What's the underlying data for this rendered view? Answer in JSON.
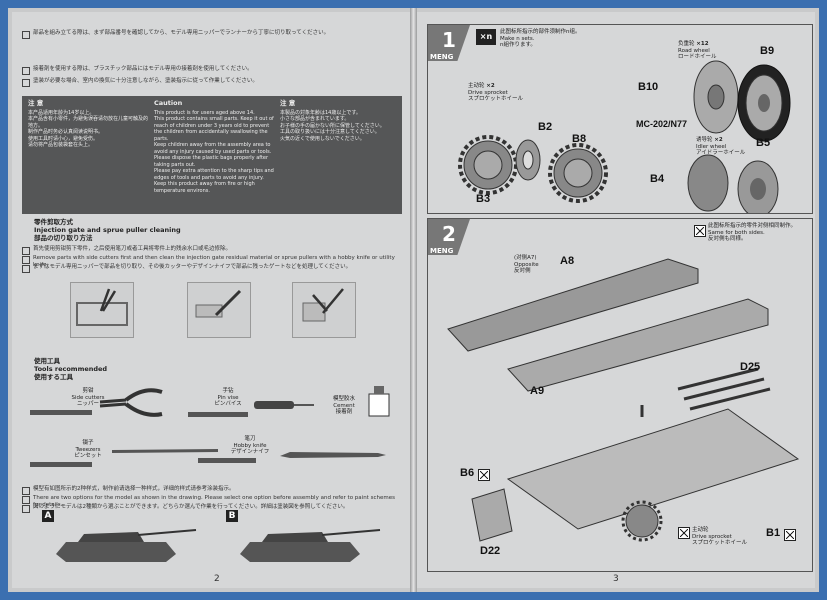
{
  "left_page": {
    "intro": [
      "部品を組み立てる際は、まず部品番号を確認してから、モデル専用ニッパーでランナーから丁寧に切り取ってください。",
      "接着剤を使用する際は、プラスチック部品にはモデル専用の接着剤を使用してください。",
      "塗装が必要な場合、室内の換気に十分注意しながら、塗装指示に従って作業してください。"
    ],
    "caution": {
      "zh_title": "注 意",
      "en_title": "Caution",
      "ja_title": "注 意",
      "zh_lines": [
        "本产品适用年龄为14岁以上。",
        "本产品含有小零件，为避免误吞请勿放在儿童可触及的地方。",
        "制作产品时务必认真阅读说明书。",
        "使用工具时请小心，避免受伤。",
        "请勿将产品包装袋套在头上。"
      ],
      "en_lines": [
        "This product is for users aged above 14.",
        "This product contains small parts. Keep it out of reach of children under 3 years old to prevent the children from accidentally swallowing the parts.",
        "Keep children away from the assembly area to avoid any injury caused by used parts or tools.",
        "Please dispose the plastic bags properly after taking parts out.",
        "Please pay extra attention to the sharp tips and edges of tools and parts to avoid any injury.",
        "Keep this product away from fire or high temperature environs."
      ],
      "ja_lines": [
        "本製品の対象年齢は14歳以上です。",
        "小さな部品が含まれています。",
        "お子様の手の届かない所に保管してください。",
        "工具の取り扱いには十分注意してください。",
        "火気の近くで使用しないでください。"
      ]
    },
    "cutting": {
      "zh_title": "零件剪取方式",
      "en_title": "Injection gate and sprue puller cleaning",
      "ja_title": "部品の切り取り方法",
      "zh_text": "首先使用剪钳剪下零件，之后使用笔刀或者工具将零件上的残余水口或毛边修除。",
      "en_text": "Remove parts with side cutters first and then clean the injection gate residual material or sprue pullers with a hobby knife or utility knife.",
      "ja_text": "まずはモデル専用ニッパーで部品を切り取り、その後カッターやデザインナイフで部品に残ったゲートなどを処理してください。"
    },
    "tools": {
      "zh_title": "使用工具",
      "en_title": "Tools recommended",
      "ja_title": "使用する工具",
      "side_cutters": [
        "剪钳",
        "Side cutters",
        "ニッパー"
      ],
      "pin_vise": [
        "手钻",
        "Pin vise",
        "ピンバイス"
      ],
      "cement": [
        "模型胶水",
        "Cement",
        "接着剤"
      ],
      "tweezers": [
        "镊子",
        "Tweezers",
        "ピンセット"
      ],
      "hobby_knife": [
        "笔刀",
        "Hobby knife",
        "デザインナイフ"
      ]
    },
    "painting": {
      "zh_text": "模型有如图所示的2种样式，制作前请选择一种样式，详细的样式请参考涂装指示。",
      "en_text": "There are two options for the model as shown in the drawing. Please select one option before assembly and refer to paint schemes for details.",
      "ja_text": "図のようにモデルは2種類から選ぶことができます。どちらか選んで作業を行ってください。詳細は塗装図を参照してください。",
      "option_a": "A",
      "option_b": "B"
    },
    "page_number": "2"
  },
  "right_page": {
    "step1": {
      "number": "1",
      "meng": "MENG",
      "xn_label": "×n",
      "xn_zh": "此图标所指示的部件须制作n组。",
      "xn_en": "Make n sets.",
      "xn_ja": "n組作ります。",
      "sprocket_qty": "×2",
      "sprocket_zh": "主动轮",
      "sprocket_en": "Drive sprocket",
      "sprocket_ja": "スプロケットホイール",
      "roadwheel_qty": "×12",
      "roadwheel_zh": "负重轮",
      "roadwheel_en": "Road wheel",
      "roadwheel_ja": "ロードホイール",
      "idler_qty": "×2",
      "idler_zh": "诱导轮",
      "idler_en": "Idler wheel",
      "idler_ja": "アイドラーホイール",
      "parts": [
        "B2",
        "B8",
        "B3",
        "B9",
        "B10",
        "B5",
        "B4"
      ],
      "mc_label": "MC-202/N77"
    },
    "step2": {
      "number": "2",
      "meng": "MENG",
      "same_zh": "此图标所指示的零件对侧相同制作。",
      "same_en": "Same for both sides.",
      "same_ja": "反対側も同様。",
      "opposite_zh": "(对侧A7)",
      "opposite_en": "Opposite",
      "opposite_ja": "反対側",
      "parts": [
        "A8",
        "A9",
        "D25",
        "B6",
        "D22",
        "B1"
      ],
      "sprocket_zh": "主动轮",
      "sprocket_en": "Drive sprocket",
      "sprocket_ja": "スプロケットホイール"
    },
    "page_number": "3"
  },
  "colors": {
    "background": "#3b6fb0",
    "paper": "#d6d7d8",
    "caution_box": "#555657",
    "step_header": "#777777"
  }
}
